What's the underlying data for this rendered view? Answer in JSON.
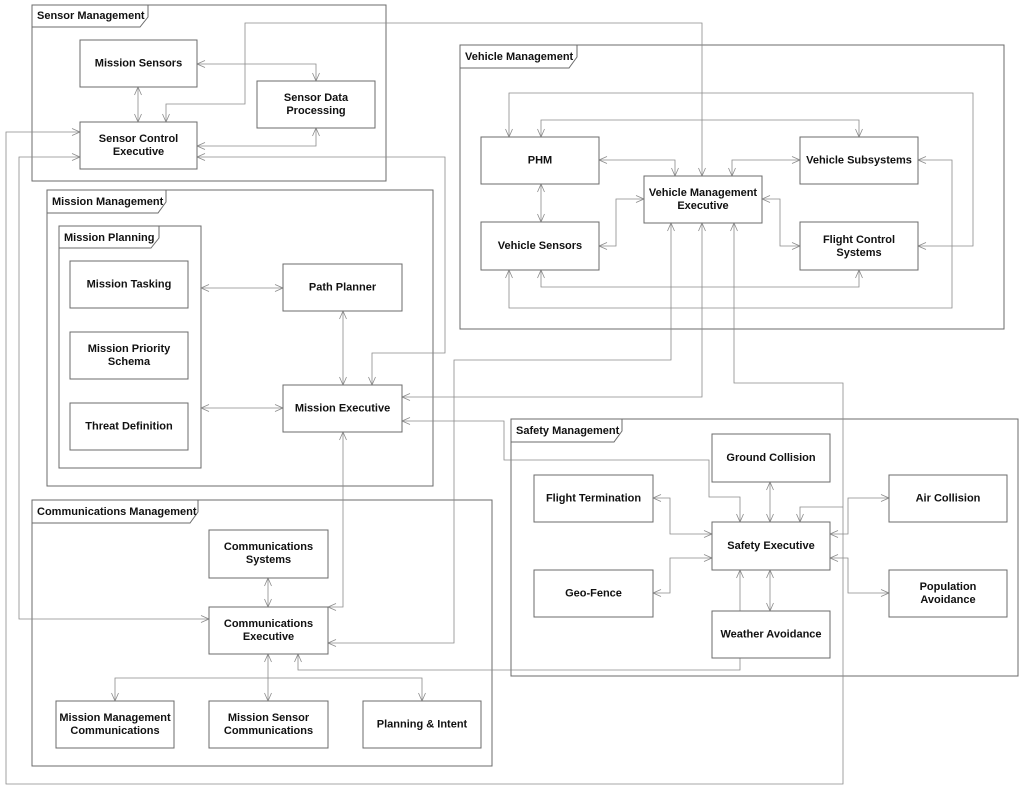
{
  "packages": {
    "sensor_management": "Sensor Management",
    "vehicle_management": "Vehicle Management",
    "mission_management": "Mission Management",
    "mission_planning": "Mission Planning",
    "safety_management": "Safety Management",
    "communications_management": "Communications Management"
  },
  "nodes": {
    "mission_sensors": "Mission Sensors",
    "sensor_data_processing": [
      "Sensor Data",
      "Processing"
    ],
    "sensor_control_executive": [
      "Sensor Control",
      "Executive"
    ],
    "phm": "PHM",
    "vehicle_subsystems": "Vehicle Subsystems",
    "vehicle_management_executive": [
      "Vehicle Management",
      "Executive"
    ],
    "vehicle_sensors": "Vehicle Sensors",
    "flight_control_systems": [
      "Flight Control",
      "Systems"
    ],
    "mission_tasking": "Mission Tasking",
    "mission_priority_schema": [
      "Mission Priority",
      "Schema"
    ],
    "threat_definition": "Threat Definition",
    "path_planner": "Path Planner",
    "mission_executive": "Mission Executive",
    "ground_collision": "Ground Collision",
    "flight_termination": "Flight Termination",
    "air_collision": "Air Collision",
    "safety_executive": "Safety Executive",
    "geo_fence": "Geo-Fence",
    "population_avoidance": [
      "Population",
      "Avoidance"
    ],
    "weather_avoidance": "Weather Avoidance",
    "communications_systems": [
      "Communications",
      "Systems"
    ],
    "communications_executive": [
      "Communications",
      "Executive"
    ],
    "mission_management_communications": [
      "Mission Management",
      "Communications"
    ],
    "mission_sensor_communications": [
      "Mission Sensor",
      "Communications"
    ],
    "planning_and_intent": "Planning & Intent"
  }
}
